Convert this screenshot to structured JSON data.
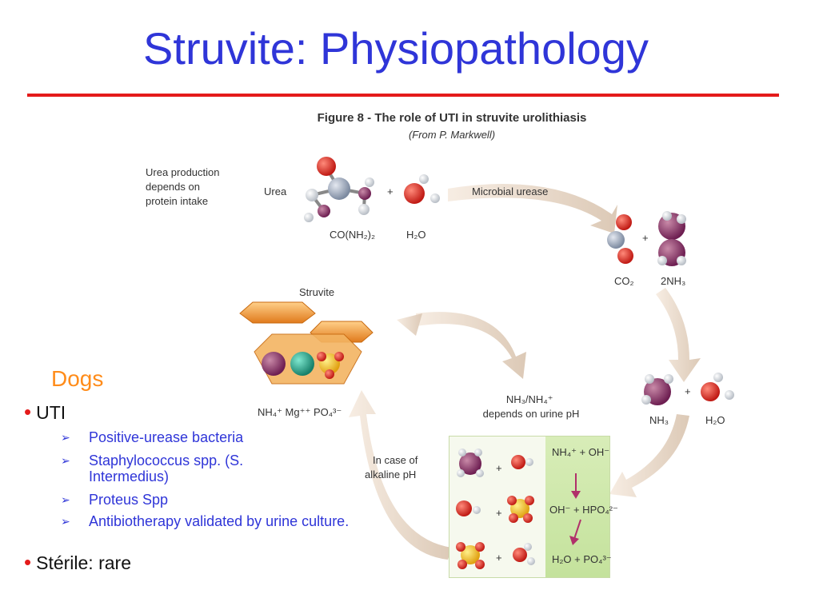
{
  "slide": {
    "title": "Struvite: Physiopathology",
    "colors": {
      "title": "#2f35d8",
      "rule": "#e41b1b",
      "dogs": "#ff8c1a",
      "bullet": "#e41b1b",
      "green_box": "#d5ebb4"
    }
  },
  "figure": {
    "caption": "Figure 8 - The role of UTI in struvite urolithiasis",
    "source": "(From P. Markwell)",
    "note_lines": [
      "Urea production",
      "depends on",
      "protein intake"
    ],
    "urea_label": "Urea",
    "urea_formula": "CO(NH₂)₂",
    "water_formula": "H₂O",
    "enzyme_label": "Microbial urease",
    "co2_label": "CO₂",
    "nh3x2_label": "2NH₃",
    "struvite_label": "Struvite",
    "struvite_ions": "NH₄⁺  Mg⁺⁺  PO₄³⁻",
    "ph_lines": [
      "NH₃/NH₄⁺",
      "depends on urine pH"
    ],
    "alkaline_lines": [
      "In case of",
      "alkaline pH"
    ],
    "nh3_label": "NH₃",
    "h2o_label": "H₂O",
    "plus": "+",
    "equations": [
      "NH₄⁺ + OH⁻",
      "OH⁻ + HPO₄²⁻",
      "H₂O + PO₄³⁻"
    ]
  },
  "content": {
    "heading": "Dogs",
    "bullets": [
      {
        "label": "UTI",
        "subitems": [
          "Positive-urease bacteria",
          "Staphylococcus spp. (S. Intermedius)",
          "Proteus Spp",
          "Antibiotherapy validated by urine culture."
        ]
      },
      {
        "label": "Stérile: rare"
      }
    ]
  }
}
